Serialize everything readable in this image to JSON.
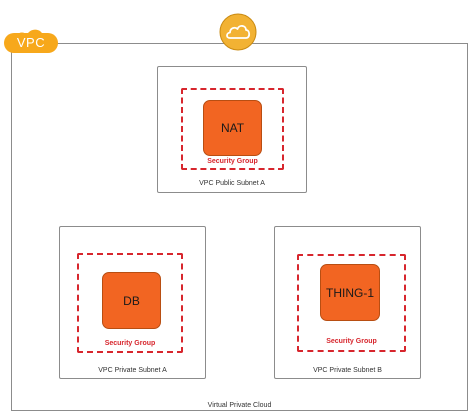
{
  "vpc": {
    "badge_label": "VPC",
    "caption": "Virtual Private Cloud",
    "badge_icon": "cloud-icon",
    "top_icon": "cloud-icon",
    "badge_color": "#f7a81b",
    "cloud_color": "#f2b233"
  },
  "subnets": {
    "public_a": {
      "label": "VPC Public Subnet A",
      "security_group": "Security Group",
      "instance": "NAT"
    },
    "private_a": {
      "label": "VPC Private Subnet A",
      "security_group": "Security Group",
      "instance": "DB"
    },
    "private_b": {
      "label": "VPC Private Subnet B",
      "security_group": "Security Group",
      "instance": "THING-1"
    }
  },
  "colors": {
    "instance_fill": "#f26522",
    "security_group_border": "#d7262d",
    "subnet_border": "#8c8c8c"
  }
}
